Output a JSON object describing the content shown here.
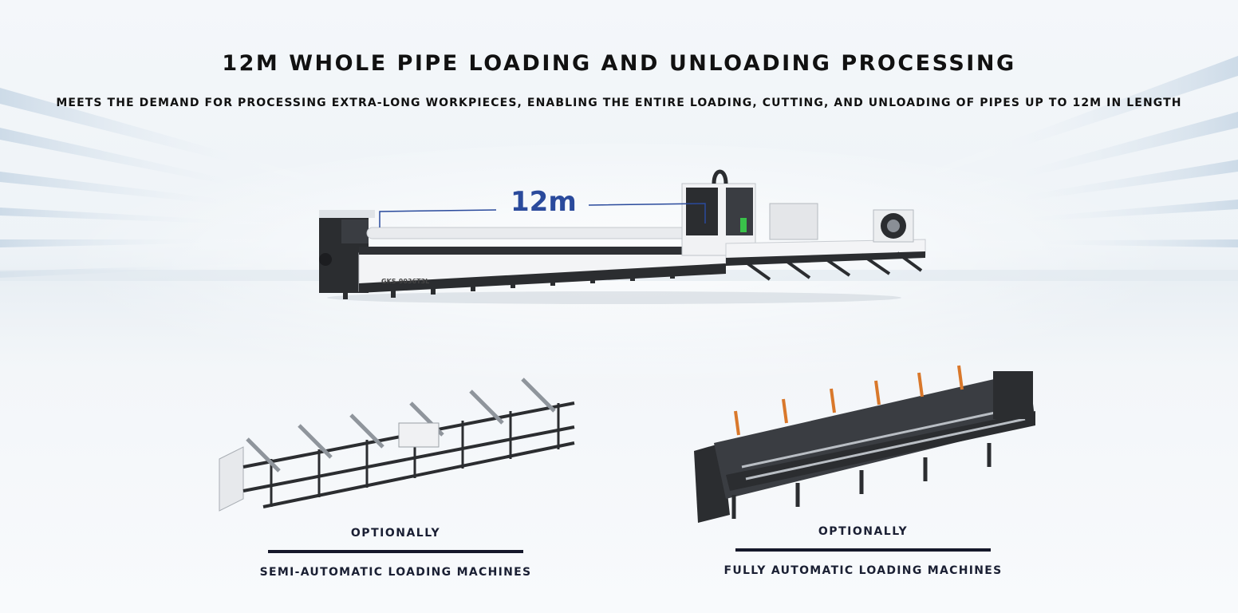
{
  "header": {
    "title": "12M WHOLE PIPE LOADING AND UNLOADING PROCESSING",
    "subtitle": "MEETS THE DEMAND FOR PROCESSING EXTRA-LONG WORKPIECES, ENABLING THE ENTIRE LOADING, CUTTING, AND UNLOADING OF PIPES UP TO 12M IN LENGTH"
  },
  "main_machine": {
    "length_label": "12m",
    "model_label": "GKS-9036T3L"
  },
  "options": [
    {
      "tag": "OPTIONALLY",
      "name": "SEMI-AUTOMATIC LOADING MACHINES"
    },
    {
      "tag": "OPTIONALLY",
      "name": "FULLY AUTOMATIC LOADING MACHINES"
    }
  ],
  "colors": {
    "accent_blue": "#2a4a9c",
    "text_dark": "#111111",
    "machine_black": "#2b2d30"
  }
}
